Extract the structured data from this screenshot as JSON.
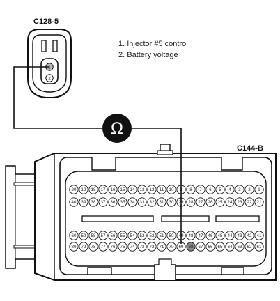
{
  "connector_a": {
    "name": "C128-5",
    "pins": [
      "1",
      "2"
    ]
  },
  "connector_b": {
    "name": "C144-B",
    "rows": [
      [
        "20",
        "19",
        "18",
        "17",
        "16",
        "15",
        "14",
        "13",
        "12",
        "11",
        "10",
        "9",
        "8",
        "7",
        "6",
        "5",
        "4",
        "3",
        "2",
        "1"
      ],
      [
        "40",
        "39",
        "38",
        "37",
        "36",
        "35",
        "34",
        "33",
        "32",
        "31",
        "30",
        "29",
        "28",
        "27",
        "26",
        "25",
        "24",
        "23",
        "22",
        "21"
      ],
      [
        "60",
        "59",
        "58",
        "57",
        "56",
        "55",
        "54",
        "53",
        "52",
        "51",
        "50",
        "49",
        "48",
        "47",
        "46",
        "45",
        "44",
        "43",
        "42",
        "41"
      ],
      [
        "80",
        "79",
        "78",
        "77",
        "76",
        "75",
        "74",
        "73",
        "72",
        "71",
        "70",
        "69",
        "68",
        "67",
        "66",
        "65",
        "64",
        "63",
        "62",
        "61"
      ]
    ],
    "probed_pin": "68"
  },
  "legend": [
    "1. Injector #5 control",
    "2. Battery voltage"
  ],
  "meter": {
    "symbol": "Ω",
    "icon": "ohmmeter-icon"
  },
  "colors": {
    "line": "#111111",
    "pin_highlight": "#888888"
  }
}
